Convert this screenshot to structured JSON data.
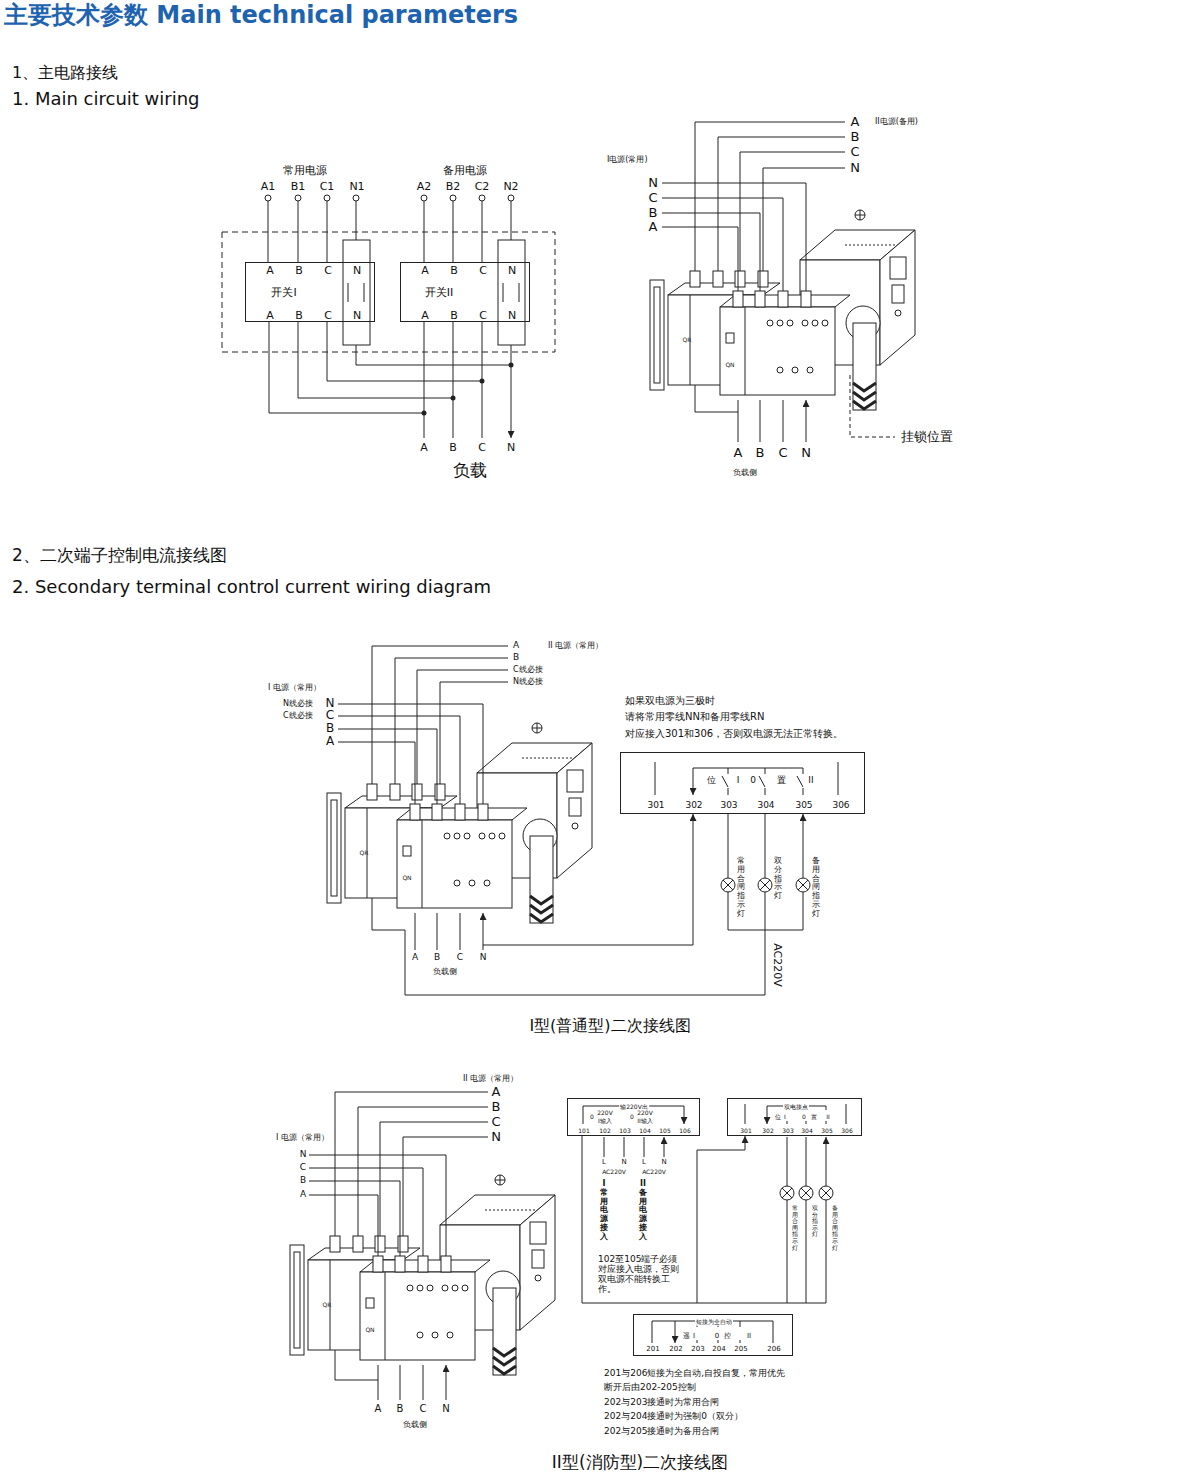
{
  "diagram": {
    "title": "主要技术参数 Main technical parameters",
    "nodes": [
      {
        "text": [
          "A",
          "B",
          "C",
          "N",
          "开关I",
          "A",
          "B",
          "C",
          "N"
        ]
      },
      {
        "text": [
          "A",
          "B",
          "C",
          "N",
          "开关II",
          "A",
          "B",
          "C",
          "N"
        ]
      },
      {
        "text": [
          "位",
          "I",
          "0",
          "置",
          "II",
          "301",
          "302",
          "303",
          "304",
          "305",
          "306"
        ]
      },
      {
        "text": [
          "输220V出",
          "0",
          "220V",
          "I输入",
          "0",
          "220V",
          "II输入",
          "101",
          "102",
          "103",
          "104",
          "105",
          "106"
        ]
      },
      {
        "text": [
          "双电接点",
          "位",
          "I",
          "0",
          "置",
          "II",
          "301",
          "302",
          "303",
          "304",
          "305",
          "306"
        ]
      },
      {
        "text": [
          "短接为全自动",
          "遥",
          "I",
          "0",
          "控",
          "II",
          "201",
          "202",
          "203",
          "204",
          "205",
          "206"
        ]
      }
    ],
    "edges": [
      {
        "from": 3,
        "to": 4,
        "arrow": "to"
      }
    ],
    "labels": [
      "1、主电路接线",
      "1. Main circuit wiring",
      "常用电源",
      "备用电源",
      "A1",
      "B1",
      "C1",
      "N1",
      "A2",
      "B2",
      "C2",
      "N2",
      "A",
      "B",
      "C",
      "N",
      "负载",
      "A",
      "II电源(备用)",
      "B",
      "C",
      "N",
      "I电源(常用)",
      "N",
      "C",
      "B",
      "A",
      "QR",
      "QN",
      "A",
      "B",
      "C",
      "N",
      "负载侧",
      "挂锁位置",
      "2、二次端子控制电流接线图",
      "2. Secondary terminal control current wiring diagram",
      "A",
      "II 电源（常用）",
      "B",
      "C线必接",
      "N线必接",
      "I 电源（常用）",
      "N线必接",
      "N",
      "C线必接",
      "C",
      "B",
      "A",
      "QR",
      "QN",
      "A",
      "B",
      "C",
      "N",
      "负载侧",
      "如果双电源为三极时",
      "请将常用零线NN和备用零线RN",
      "对应接入301和306，否则双电源无法正常转换。",
      "常用合闸指示灯",
      "双分指示灯",
      "备用合闸指示灯",
      "AC220V",
      "I型(普通型)二次接线图",
      "II 电源（常用）",
      "A",
      "B",
      "C",
      "N",
      "I 电源（常用）",
      "N",
      "C",
      "B",
      "A",
      "QR",
      "QN",
      "A",
      "B",
      "C",
      "N",
      "负载侧",
      "L",
      "N",
      "L",
      "N",
      "AC220V",
      "AC220V",
      "I常用电源接入",
      "II备用电源接入",
      "102至105端子必须对应接入电源，否则双电源不能转换工作。",
      "常用合闸指示灯",
      "双分指示灯",
      "备用合闸指示灯",
      "201与206短接为全自动,自投自复，常用优先",
      "断开后由202-205控制",
      "202与203接通时为常用合闸",
      "202与204接通时为强制0（双分）",
      "202与205接通时为备用合闸",
      "II型(消防型)二次接线图"
    ]
  }
}
